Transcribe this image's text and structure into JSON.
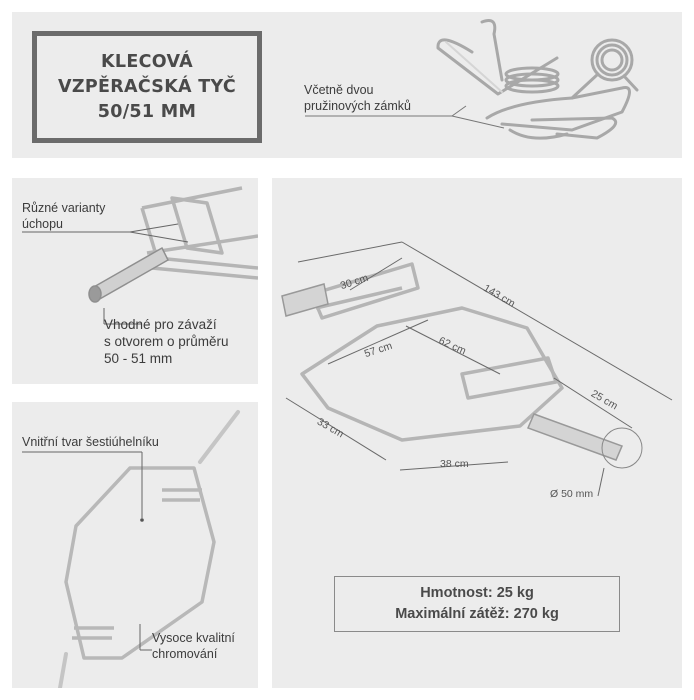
{
  "title": {
    "line1": "KLECOVÁ",
    "line2": "VZPĚRAČSKÁ TYČ",
    "line3": "50/51 MM"
  },
  "callouts": {
    "spring_collars": {
      "line1": "Včetně dvou",
      "line2": "pružinových zámků"
    },
    "grip_variants": {
      "line1": "Různé varianty",
      "line2": "úchopu"
    },
    "plate_fit": {
      "line1": "Vhodné pro závaží",
      "line2": "s otvorem o průměru",
      "line3": "50 - 51 mm"
    },
    "hex_shape": {
      "line1": "Vnitřní tvar šestiúhelníku"
    },
    "chrome": {
      "line1": "Vysoce kvalitní",
      "line2": "chromování"
    }
  },
  "dimensions": {
    "d143": "143 cm",
    "d30": "30 cm",
    "d62": "62 cm",
    "d57": "57 cm",
    "d25": "25 cm",
    "d33": "33 cm",
    "d38": "38 cm",
    "d50": "Ø 50 mm"
  },
  "specs": {
    "weight": "Hmotnost: 25 kg",
    "max_load": "Maximální zátěž: 270 kg"
  },
  "colors": {
    "panel_bg": "#ececec",
    "title_border": "#6b6b6b",
    "text": "#3c3c3c",
    "chrome": "#b9b9b9"
  }
}
